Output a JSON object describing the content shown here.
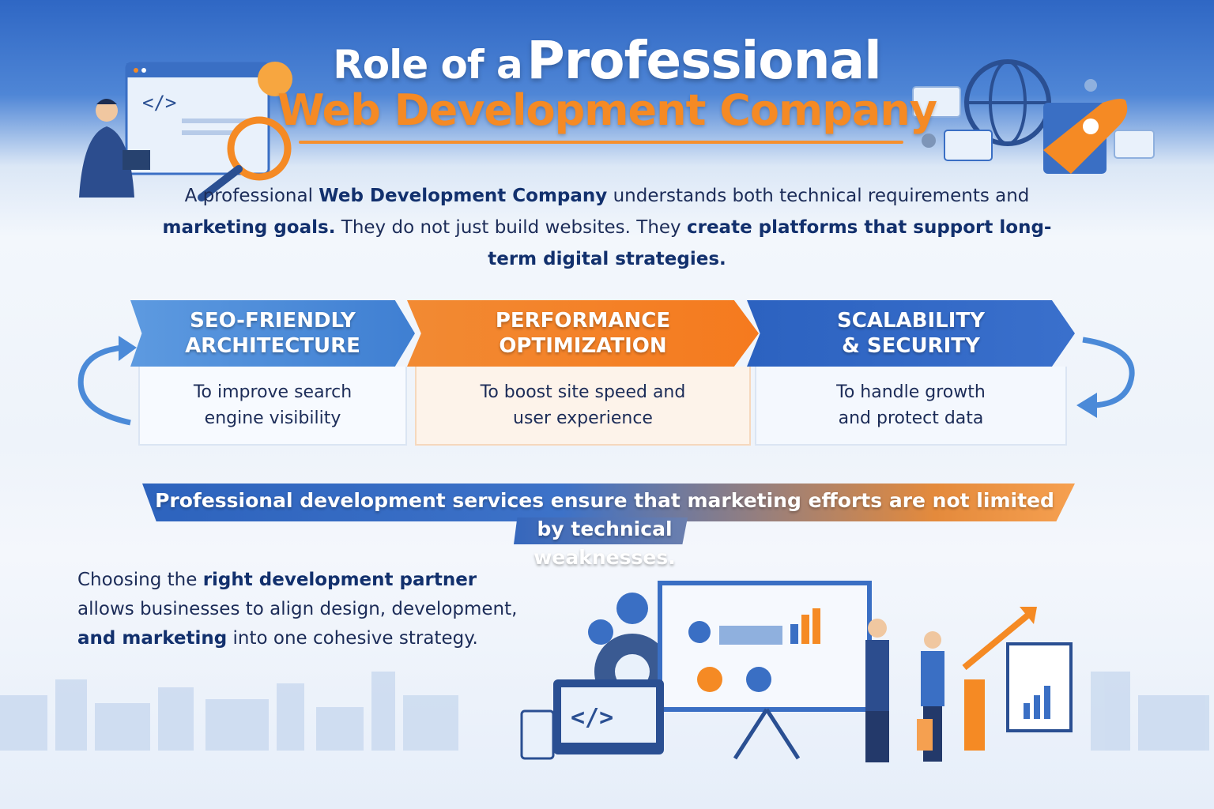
{
  "title": {
    "line1_small": "Role of a",
    "line1_big": "Professional",
    "line2": "Web Development Company"
  },
  "intro": {
    "p1": "A professional ",
    "b1": "Web Development Company",
    "p2": " understands both technical requirements and ",
    "b2": "marketing goals.",
    "p3": " They do not just build websites. They ",
    "b3": "create platforms that support long-term digital strategies."
  },
  "cards": [
    {
      "title1": "SEO-FRIENDLY",
      "title2": "ARCHITECTURE",
      "desc1": "To improve search",
      "desc2": "engine visibility",
      "color": "#4b8ad8"
    },
    {
      "title1": "PERFORMANCE",
      "title2": "OPTIMIZATION",
      "desc1": "To boost site speed and",
      "desc2": "user experience",
      "color": "#f5822a"
    },
    {
      "title1": "SCALABILITY",
      "title2": "& SECURITY",
      "desc1": "To handle growth",
      "desc2": "and protect data",
      "color": "#2c62c0"
    }
  ],
  "banner": {
    "line1": "Professional development services ensure that marketing efforts are not limited by technical",
    "line2": "weaknesses."
  },
  "closing": {
    "p1": "Choosing the ",
    "b1": "right development partner",
    "p2": " allows businesses to align design, development, ",
    "b2": "and marketing",
    "p3": " into one cohesive strategy."
  },
  "illustrations": {
    "code_symbol": "</>"
  }
}
